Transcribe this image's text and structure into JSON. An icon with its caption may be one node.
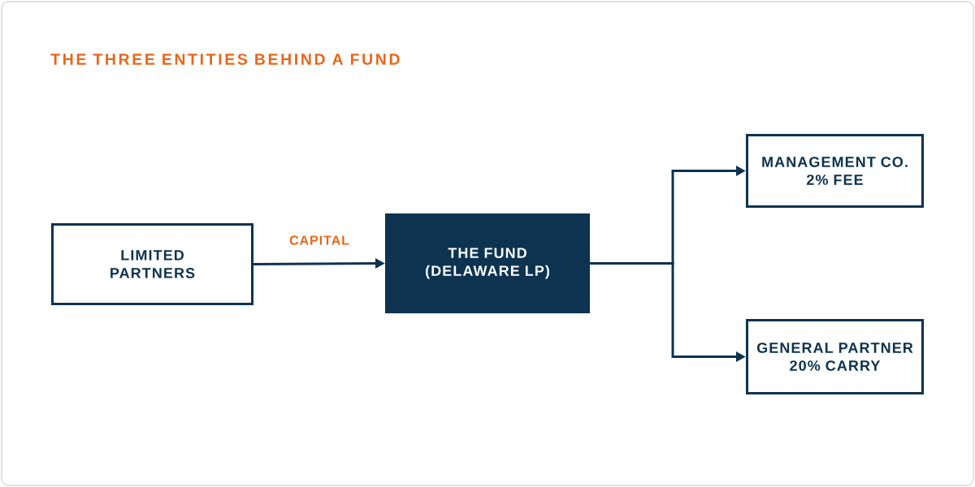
{
  "diagram": {
    "title": "THE THREE ENTITIES BEHIND A FUND",
    "nodes": [
      {
        "text": [
          "LIMITED PARTNERS"
        ]
      },
      {
        "text": [
          "THE FUND (DELAWARE LP)"
        ]
      },
      {
        "text": [
          "MANAGEMENT CO.",
          "2% FEE"
        ]
      },
      {
        "text": [
          "GENERAL PARTNER",
          "20% CARRY"
        ]
      }
    ],
    "edges": [
      {
        "from": 0,
        "to": 1,
        "arrow": "to",
        "label": "CAPITAL"
      },
      {
        "from": 1,
        "to": 2,
        "arrow": "to"
      },
      {
        "from": 1,
        "to": 3,
        "arrow": "to"
      }
    ]
  }
}
